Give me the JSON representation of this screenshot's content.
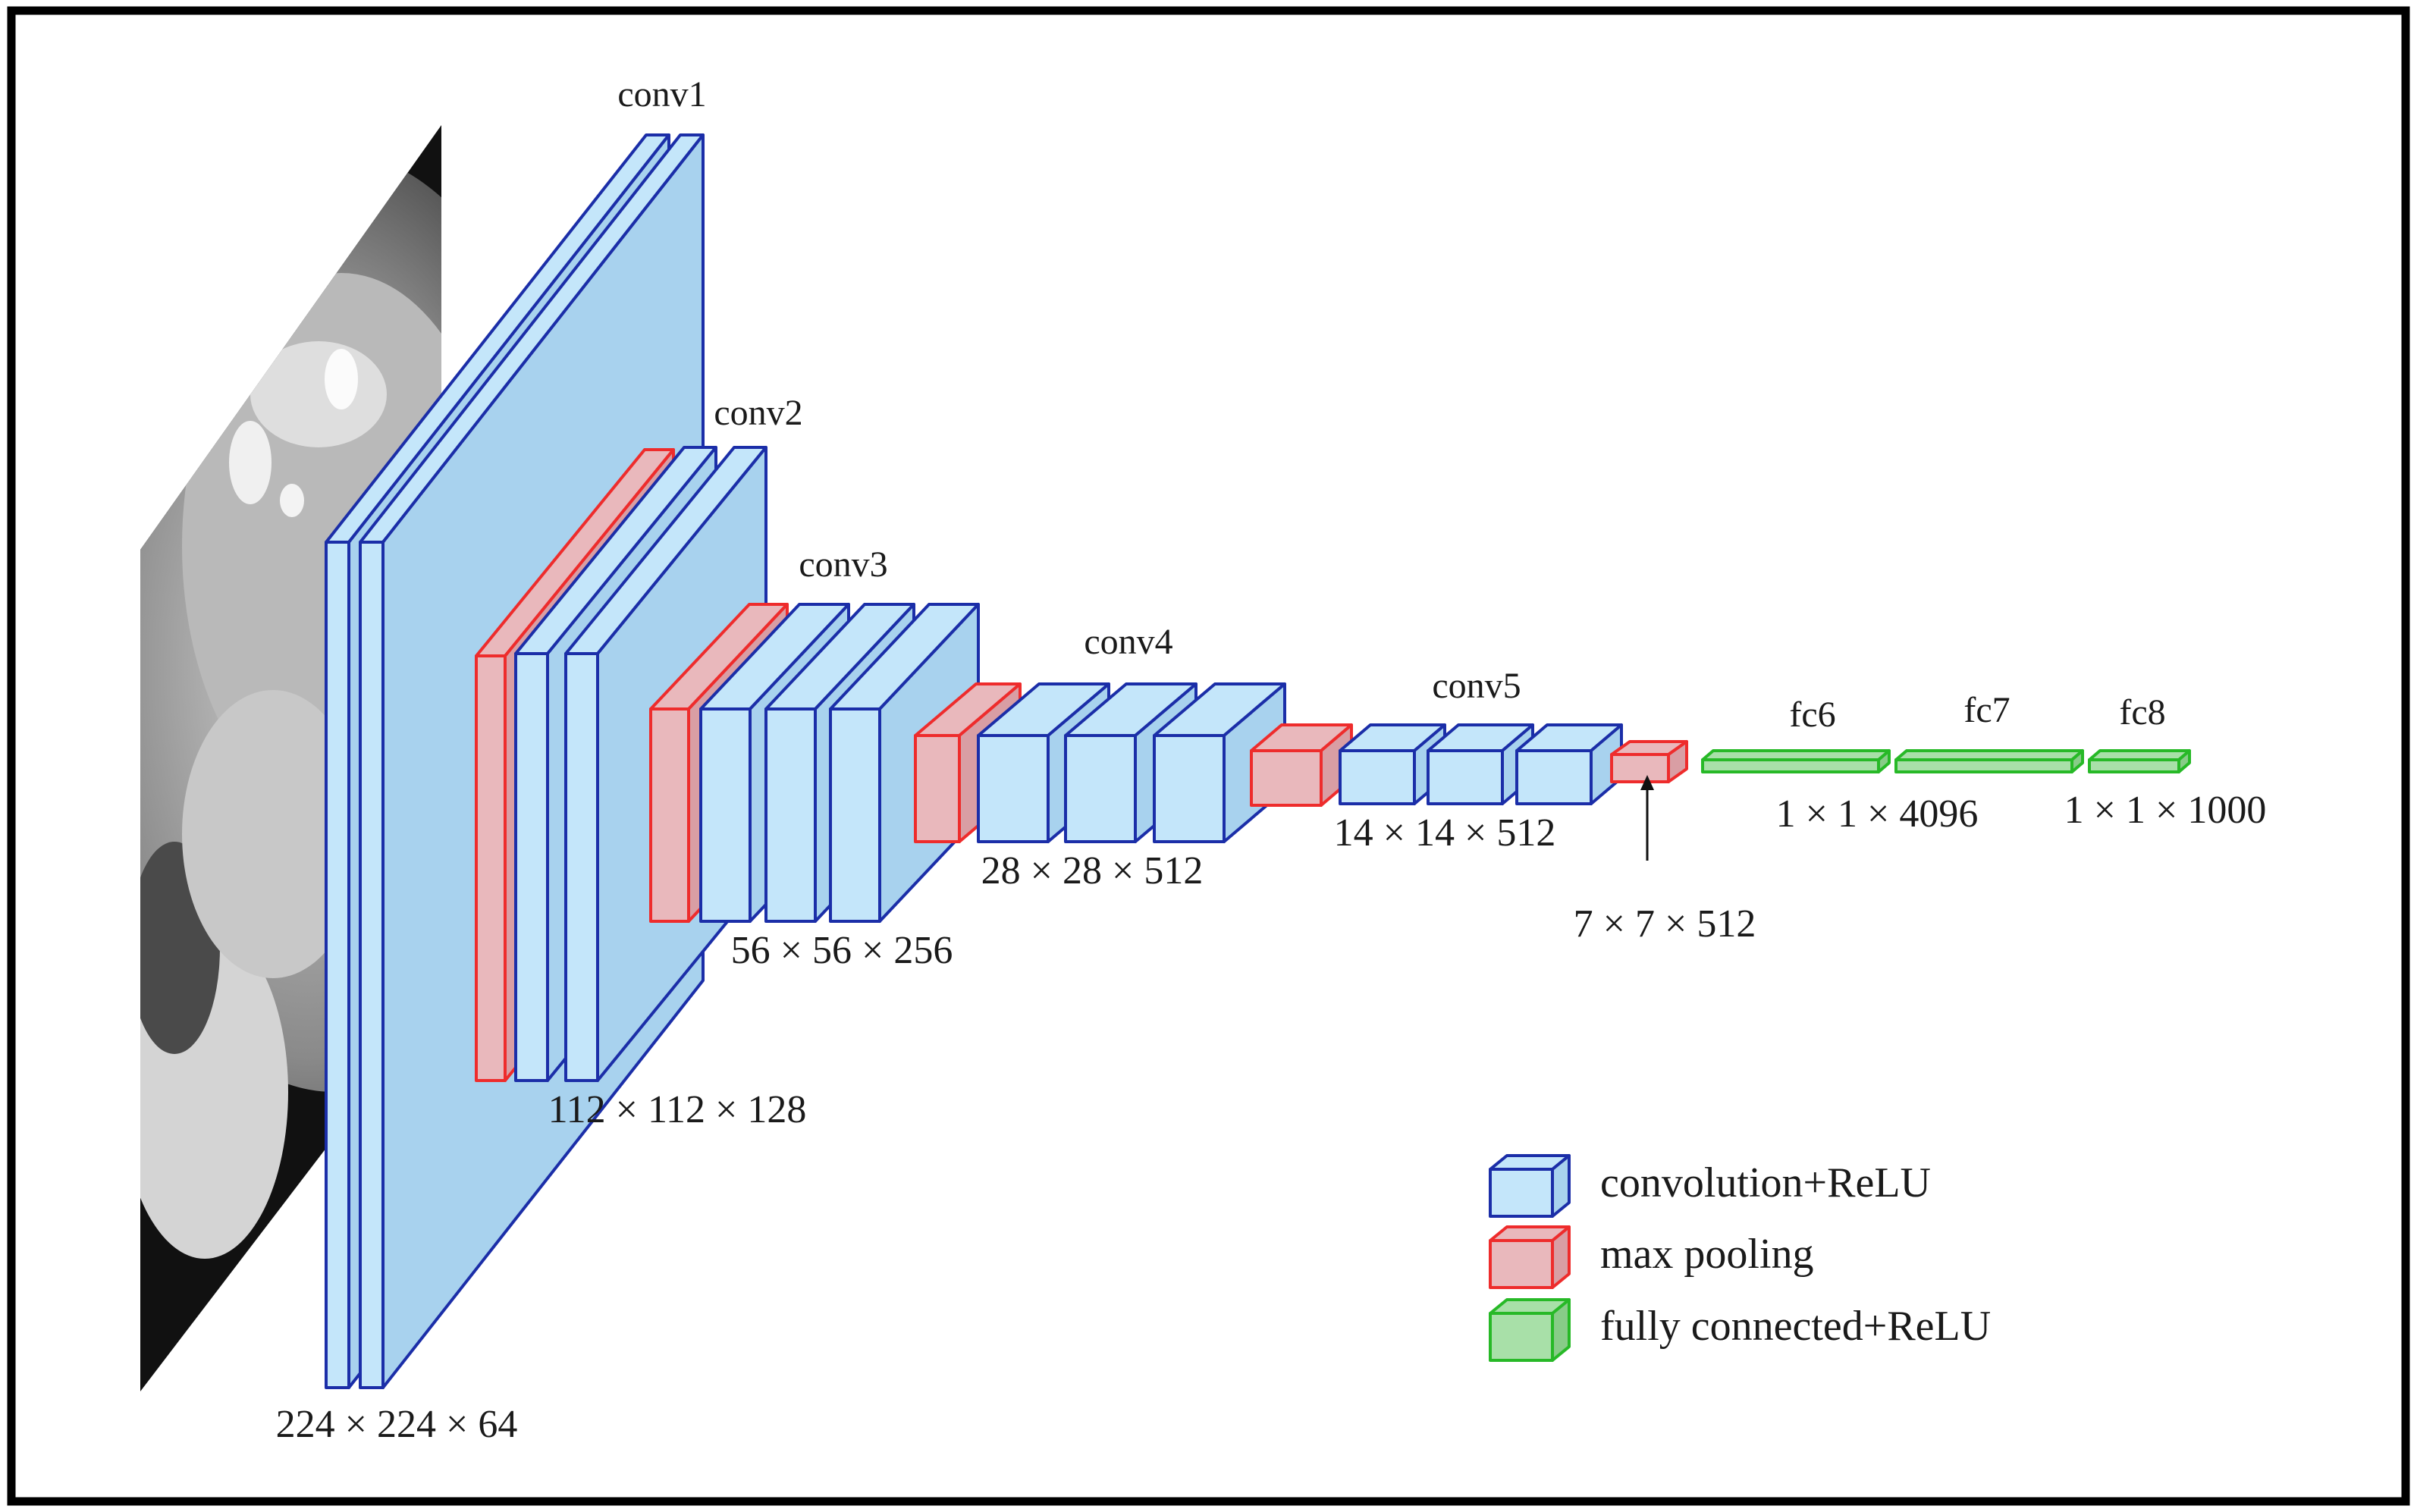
{
  "diagram": {
    "colors": {
      "conv_face": "#c4e6fa",
      "conv_side": "#a8d2ee",
      "conv_stroke": "#1b2ea8",
      "pool_face": "#e9b8bc",
      "pool_side": "#d99ea4",
      "pool_stroke": "#ee2c2c",
      "fc_face": "#a8e0a8",
      "fc_side": "#88cc88",
      "fc_stroke": "#27b927",
      "border": "#000000"
    },
    "stage_labels": {
      "conv1": "conv1",
      "conv2": "conv2",
      "conv3": "conv3",
      "conv4": "conv4",
      "conv5": "conv5",
      "fc6": "fc6",
      "fc7": "fc7",
      "fc8": "fc8"
    },
    "dim_labels": {
      "d224": "224 × 224 × 64",
      "d112": "112 × 112 × 128",
      "d56": "56 × 56 × 256",
      "d28": "28 × 28 × 512",
      "d14": "14 × 14 × 512",
      "d7": "7 × 7 × 512",
      "d4096": "1 × 1 × 4096",
      "d1000": "1 × 1 × 1000"
    },
    "legend": [
      {
        "label": "convolution+ReLU",
        "kind": "conv"
      },
      {
        "label": "max pooling",
        "kind": "pool"
      },
      {
        "label": "fully connected+ReLU",
        "kind": "fc"
      }
    ],
    "input_image": {
      "icon": "grayscale-input-image"
    }
  }
}
